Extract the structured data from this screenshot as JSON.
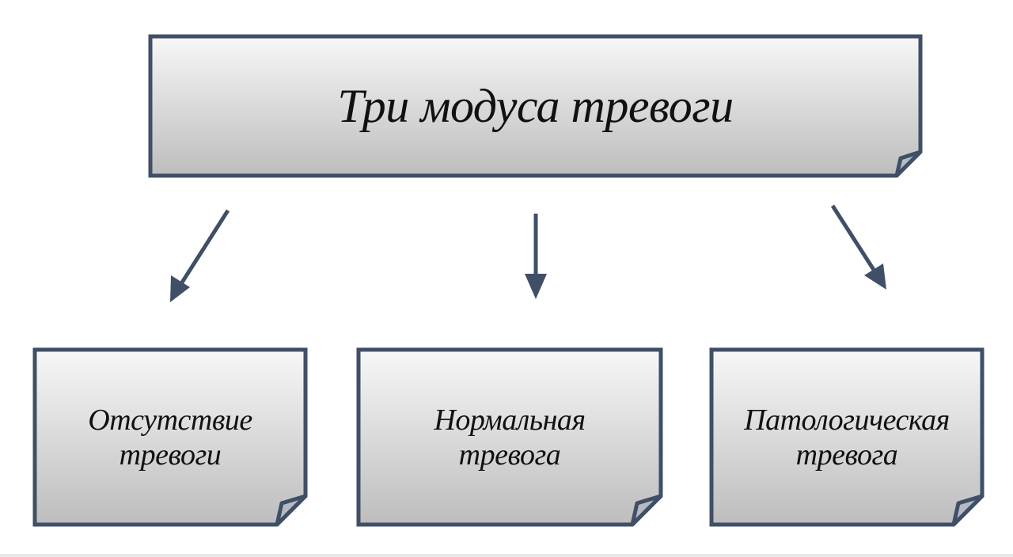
{
  "title": "Три модуса тревоги",
  "boxes": [
    {
      "line1": "Отсутствие",
      "line2": "тревоги"
    },
    {
      "line1": "Нормальная",
      "line2": "тревога"
    },
    {
      "line1": "Патологическая",
      "line2": "тревога"
    }
  ],
  "colors": {
    "border": "#3f4f66",
    "fill_top": "#f7f7f7",
    "fill_bottom": "#bdbdbd"
  }
}
